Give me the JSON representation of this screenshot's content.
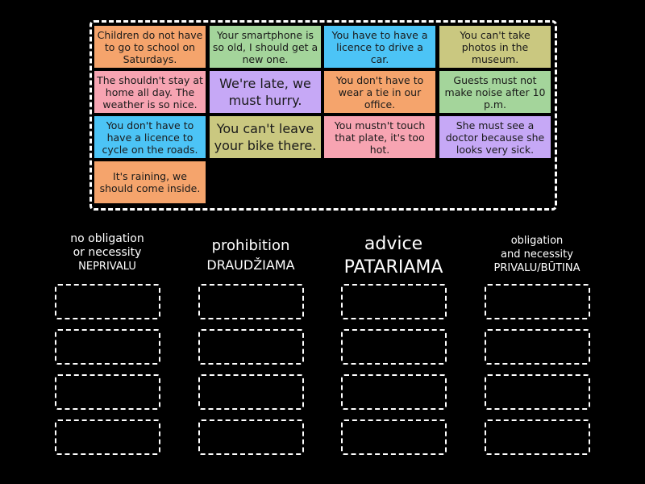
{
  "cards": [
    {
      "text": "Children do not have to go to school on Saturdays.",
      "color": "#f5a46c"
    },
    {
      "text": "Your smartphone is so old, I should get a new one.",
      "color": "#a4d59b"
    },
    {
      "text": "You have to have a licence to drive a car.",
      "color": "#4cc4f6"
    },
    {
      "text": "You can't take photos in the museum.",
      "color": "#cac880"
    },
    {
      "text": "The shouldn't stay at home all day. The weather is so nice.",
      "color": "#f7a4b2"
    },
    {
      "text": "We're late, we must hurry.",
      "color": "#c6a8f6"
    },
    {
      "text": "You don't have to wear a tie in our office.",
      "color": "#f5a46c"
    },
    {
      "text": "Guests must not make noise after 10 p.m.",
      "color": "#a4d59b"
    },
    {
      "text": "You don't have to have a licence to cycle on the roads.",
      "color": "#4cc4f6"
    },
    {
      "text": "You can't leave your bike there.",
      "color": "#cac880"
    },
    {
      "text": "You mustn't touch that plate, it's too hot.",
      "color": "#f7a4b2"
    },
    {
      "text": "She must see a doctor because she looks very sick.",
      "color": "#c6a8f6"
    },
    {
      "text": "It's raining, we should come inside.",
      "color": "#f5a46c"
    }
  ],
  "categories": [
    {
      "line1": "no obligation",
      "line2": "or necessity",
      "line3": "NEPRIVALU"
    },
    {
      "line1": "prohibition",
      "line2": "DRAUDŽIAMA"
    },
    {
      "line1": "advice",
      "line2": "PATARIAMA"
    },
    {
      "line1": "obligation",
      "line2": "and necessity",
      "line3": "PRIVALU/BŪTINA"
    }
  ]
}
